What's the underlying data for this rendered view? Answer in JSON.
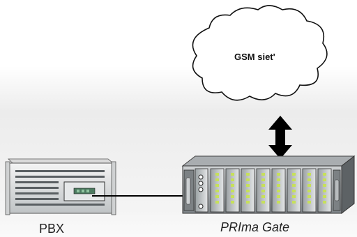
{
  "cloud": {
    "label": "GSM siet'"
  },
  "devices": {
    "pbx": {
      "label": "PBX"
    },
    "gateway": {
      "label": "PRIma Gate",
      "module_count": 8
    }
  },
  "connections": [
    {
      "from": "pbx",
      "to": "gateway",
      "style": "single-arrow"
    },
    {
      "from": "gateway",
      "to": "cloud",
      "style": "double-arrow"
    }
  ],
  "colors": {
    "led_green": "#c6e05a",
    "line": "#000000",
    "cloud_fill": "#ffffff"
  }
}
